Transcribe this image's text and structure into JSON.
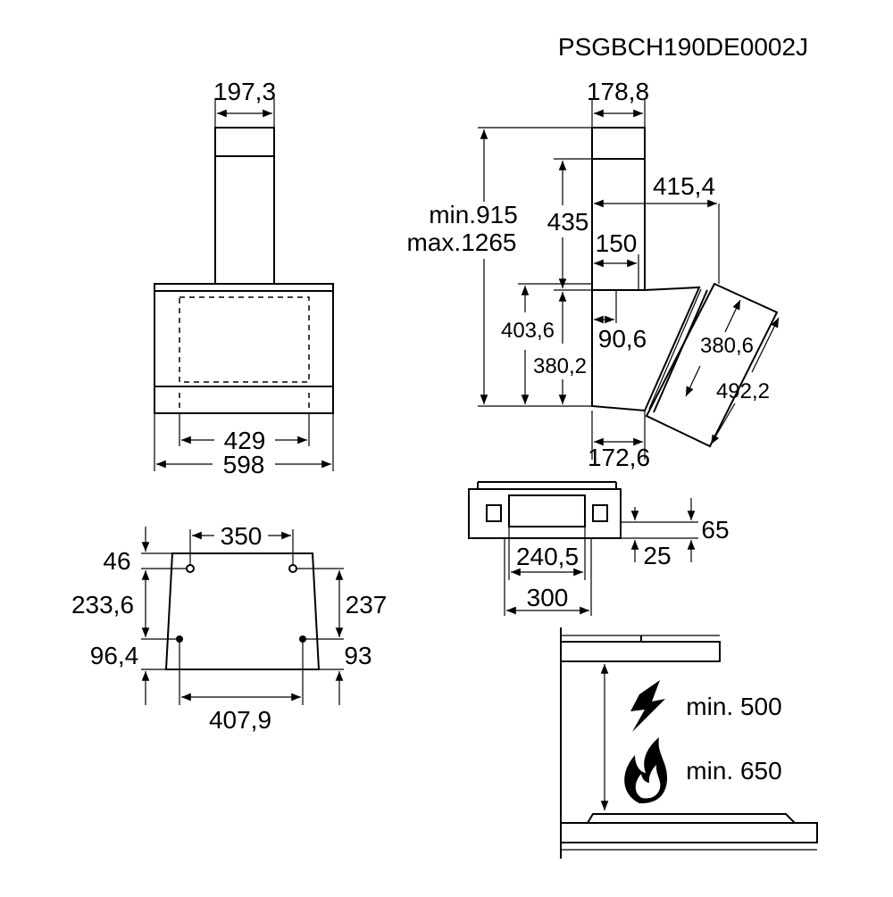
{
  "model_code": "PSGBCH190DE0002J",
  "front_view": {
    "chimney_width": "197,3",
    "inner_width": "429",
    "total_width": "598"
  },
  "side_view": {
    "chimney_depth": "178,8",
    "height_min": "min.915",
    "height_max": "max.1265",
    "upper_height": "435",
    "depth": "415,4",
    "outlet_offset": "150",
    "height_a": "403,6",
    "offset_b": "90,6",
    "height_b": "380,2",
    "panel_width": "380,6",
    "panel_length": "492,2",
    "bottom_depth": "172,6"
  },
  "mounting_view": {
    "top_span": "350",
    "top_offset": "46",
    "left_height": "233,6",
    "right_height": "237",
    "left_bottom": "96,4",
    "right_bottom": "93",
    "bottom_span": "407,9"
  },
  "bracket_view": {
    "inner_width": "240,5",
    "outer_width": "300",
    "height": "65",
    "offset": "25"
  },
  "clearance": {
    "electric_label": "min. 500",
    "gas_label": "min. 650",
    "icons": [
      "lightning-icon",
      "flame-icon"
    ]
  }
}
